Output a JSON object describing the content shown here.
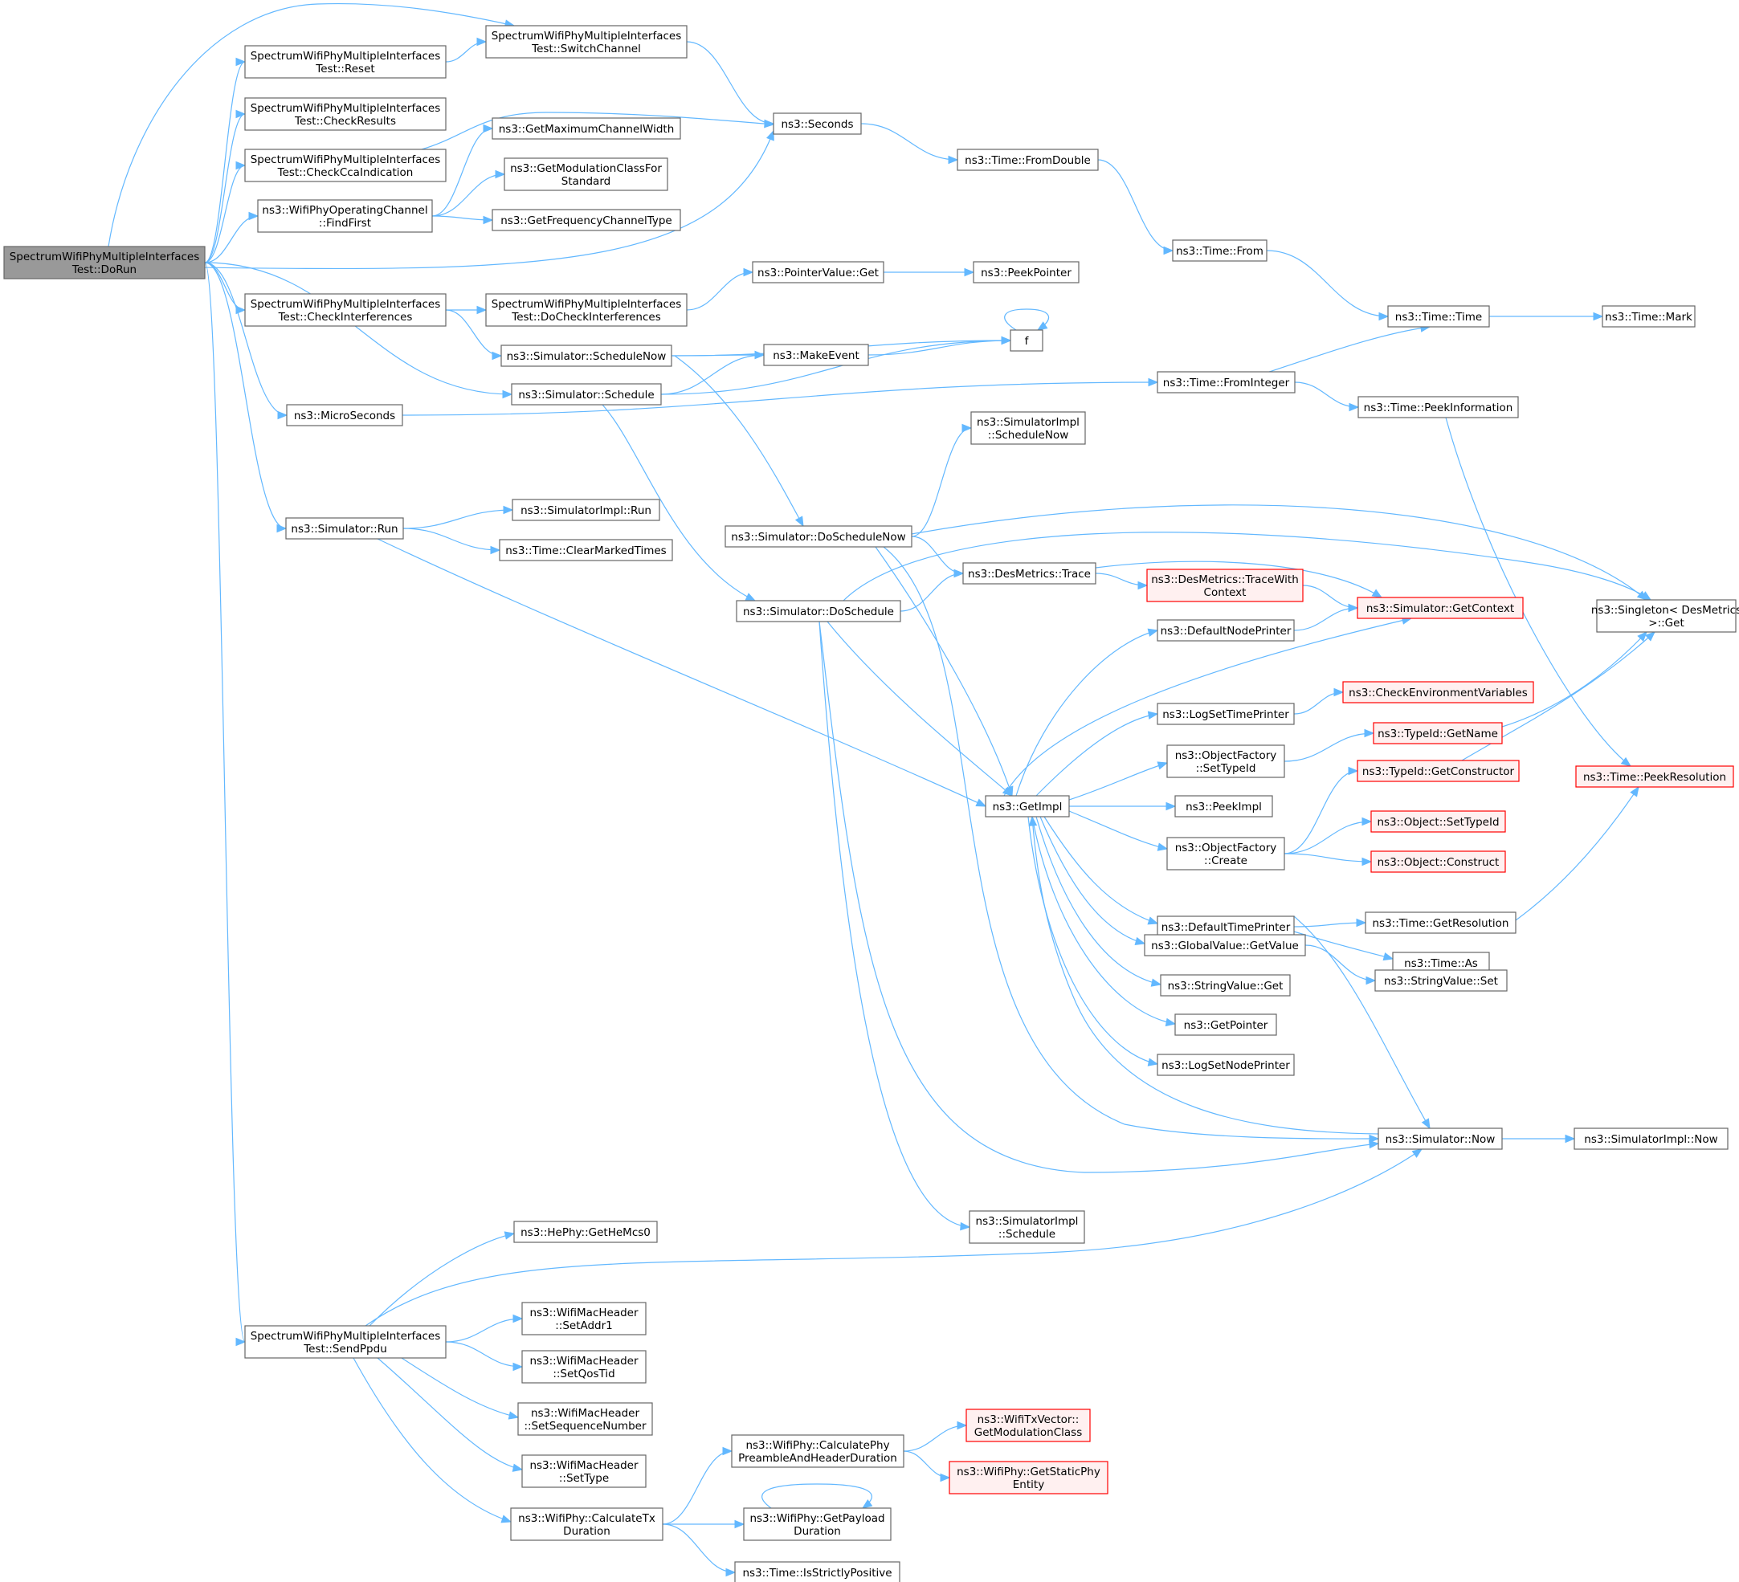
{
  "colors": {
    "edge": "#63b8ff",
    "node_fill": "#ffffff",
    "node_border": "#666666",
    "root_fill": "#999999",
    "root_border": "#666666",
    "trunc_fill": "#fff0f0",
    "trunc_border": "#ff0000"
  },
  "nodes": [
    {
      "id": "dorun",
      "lines": [
        "SpectrumWifiPhyMultipleInterfaces",
        "Test::DoRun"
      ],
      "style": "root"
    },
    {
      "id": "reset",
      "lines": [
        "SpectrumWifiPhyMultipleInterfaces",
        "Test::Reset"
      ],
      "style": "normal"
    },
    {
      "id": "switchch",
      "lines": [
        "SpectrumWifiPhyMultipleInterfaces",
        "Test::SwitchChannel"
      ],
      "style": "normal"
    },
    {
      "id": "checkres",
      "lines": [
        "SpectrumWifiPhyMultipleInterfaces",
        "Test::CheckResults"
      ],
      "style": "normal"
    },
    {
      "id": "checkcca",
      "lines": [
        "SpectrumWifiPhyMultipleInterfaces",
        "Test::CheckCcaIndication"
      ],
      "style": "normal"
    },
    {
      "id": "findfirst",
      "lines": [
        "ns3::WifiPhyOperatingChannel",
        "::FindFirst"
      ],
      "style": "normal"
    },
    {
      "id": "getmaxcw",
      "lines": [
        "ns3::GetMaximumChannelWidth"
      ],
      "style": "normal"
    },
    {
      "id": "getmodcls",
      "lines": [
        "ns3::GetModulationClassFor",
        "Standard"
      ],
      "style": "normal"
    },
    {
      "id": "getfreqct",
      "lines": [
        "ns3::GetFrequencyChannelType"
      ],
      "style": "normal"
    },
    {
      "id": "seconds",
      "lines": [
        "ns3::Seconds"
      ],
      "style": "normal"
    },
    {
      "id": "fromdouble",
      "lines": [
        "ns3::Time::FromDouble"
      ],
      "style": "normal"
    },
    {
      "id": "timefrom",
      "lines": [
        "ns3::Time::From"
      ],
      "style": "normal"
    },
    {
      "id": "timetime",
      "lines": [
        "ns3::Time::Time"
      ],
      "style": "normal"
    },
    {
      "id": "timemark",
      "lines": [
        "ns3::Time::Mark"
      ],
      "style": "normal"
    },
    {
      "id": "checkinterf",
      "lines": [
        "SpectrumWifiPhyMultipleInterfaces",
        "Test::CheckInterferences"
      ],
      "style": "normal"
    },
    {
      "id": "docheckinterf",
      "lines": [
        "SpectrumWifiPhyMultipleInterfaces",
        "Test::DoCheckInterferences"
      ],
      "style": "normal"
    },
    {
      "id": "ptrget",
      "lines": [
        "ns3::PointerValue::Get"
      ],
      "style": "normal"
    },
    {
      "id": "peekptr",
      "lines": [
        "ns3::PeekPointer"
      ],
      "style": "normal"
    },
    {
      "id": "schednow",
      "lines": [
        "ns3::Simulator::ScheduleNow"
      ],
      "style": "normal"
    },
    {
      "id": "makeevent",
      "lines": [
        "ns3::MakeEvent"
      ],
      "style": "normal"
    },
    {
      "id": "f",
      "lines": [
        "f"
      ],
      "style": "normal"
    },
    {
      "id": "sched",
      "lines": [
        "ns3::Simulator::Schedule"
      ],
      "style": "normal"
    },
    {
      "id": "micro",
      "lines": [
        "ns3::MicroSeconds"
      ],
      "style": "normal"
    },
    {
      "id": "fromint",
      "lines": [
        "ns3::Time::FromInteger"
      ],
      "style": "normal"
    },
    {
      "id": "peekinfo",
      "lines": [
        "ns3::Time::PeekInformation"
      ],
      "style": "normal"
    },
    {
      "id": "implschednow",
      "lines": [
        "ns3::SimulatorImpl",
        "::ScheduleNow"
      ],
      "style": "normal"
    },
    {
      "id": "simrun",
      "lines": [
        "ns3::Simulator::Run"
      ],
      "style": "normal"
    },
    {
      "id": "implrun",
      "lines": [
        "ns3::SimulatorImpl::Run"
      ],
      "style": "normal"
    },
    {
      "id": "clearmarked",
      "lines": [
        "ns3::Time::ClearMarkedTimes"
      ],
      "style": "normal"
    },
    {
      "id": "doschednow",
      "lines": [
        "ns3::Simulator::DoScheduleNow"
      ],
      "style": "normal"
    },
    {
      "id": "destrace",
      "lines": [
        "ns3::DesMetrics::Trace"
      ],
      "style": "normal"
    },
    {
      "id": "tracewith",
      "lines": [
        "ns3::DesMetrics::TraceWith",
        "Context"
      ],
      "style": "trunc"
    },
    {
      "id": "dosched",
      "lines": [
        "ns3::Simulator::DoSchedule"
      ],
      "style": "normal"
    },
    {
      "id": "getcontext",
      "lines": [
        "ns3::Simulator::GetContext"
      ],
      "style": "trunc"
    },
    {
      "id": "singleton",
      "lines": [
        "ns3::Singleton< DesMetrics",
        " >::Get"
      ],
      "style": "normal"
    },
    {
      "id": "defnodepr",
      "lines": [
        "ns3::DefaultNodePrinter"
      ],
      "style": "normal"
    },
    {
      "id": "checkenv",
      "lines": [
        "ns3::CheckEnvironmentVariables"
      ],
      "style": "trunc"
    },
    {
      "id": "logsettime",
      "lines": [
        "ns3::LogSetTimePrinter"
      ],
      "style": "normal"
    },
    {
      "id": "gettypename",
      "lines": [
        "ns3::TypeId::GetName"
      ],
      "style": "trunc"
    },
    {
      "id": "ofsettypeid",
      "lines": [
        "ns3::ObjectFactory",
        "::SetTypeId"
      ],
      "style": "normal"
    },
    {
      "id": "getctor",
      "lines": [
        "ns3::TypeId::GetConstructor"
      ],
      "style": "trunc"
    },
    {
      "id": "peekres",
      "lines": [
        "ns3::Time::PeekResolution"
      ],
      "style": "trunc"
    },
    {
      "id": "getimpl",
      "lines": [
        "ns3::GetImpl"
      ],
      "style": "normal"
    },
    {
      "id": "peekimpl",
      "lines": [
        "ns3::PeekImpl"
      ],
      "style": "normal"
    },
    {
      "id": "objsettypeid",
      "lines": [
        "ns3::Object::SetTypeId"
      ],
      "style": "trunc"
    },
    {
      "id": "ofcreate",
      "lines": [
        "ns3::ObjectFactory",
        "::Create"
      ],
      "style": "normal"
    },
    {
      "id": "objconstruct",
      "lines": [
        "ns3::Object::Construct"
      ],
      "style": "trunc"
    },
    {
      "id": "deftimepr",
      "lines": [
        "ns3::DefaultTimePrinter"
      ],
      "style": "normal"
    },
    {
      "id": "getres",
      "lines": [
        "ns3::Time::GetResolution"
      ],
      "style": "normal"
    },
    {
      "id": "timeas",
      "lines": [
        "ns3::Time::As"
      ],
      "style": "normal"
    },
    {
      "id": "gvgetvalue",
      "lines": [
        "ns3::GlobalValue::GetValue"
      ],
      "style": "normal"
    },
    {
      "id": "strset",
      "lines": [
        "ns3::StringValue::Set"
      ],
      "style": "normal"
    },
    {
      "id": "strget",
      "lines": [
        "ns3::StringValue::Get"
      ],
      "style": "normal"
    },
    {
      "id": "getpointer",
      "lines": [
        "ns3::GetPointer"
      ],
      "style": "normal"
    },
    {
      "id": "logsetnode",
      "lines": [
        "ns3::LogSetNodePrinter"
      ],
      "style": "normal"
    },
    {
      "id": "simnow",
      "lines": [
        "ns3::Simulator::Now"
      ],
      "style": "normal"
    },
    {
      "id": "implnow",
      "lines": [
        "ns3::SimulatorImpl::Now"
      ],
      "style": "normal"
    },
    {
      "id": "implsched",
      "lines": [
        "ns3::SimulatorImpl",
        "::Schedule"
      ],
      "style": "normal"
    },
    {
      "id": "getgemcs0",
      "lines": [
        "ns3::HePhy::GetHeMcs0"
      ],
      "style": "normal"
    },
    {
      "id": "sendppdu",
      "lines": [
        "SpectrumWifiPhyMultipleInterfaces",
        "Test::SendPpdu"
      ],
      "style": "normal"
    },
    {
      "id": "setaddr1",
      "lines": [
        "ns3::WifiMacHeader",
        "::SetAddr1"
      ],
      "style": "normal"
    },
    {
      "id": "setqostid",
      "lines": [
        "ns3::WifiMacHeader",
        "::SetQosTid"
      ],
      "style": "normal"
    },
    {
      "id": "setseqnum",
      "lines": [
        "ns3::WifiMacHeader",
        "::SetSequenceNumber"
      ],
      "style": "normal"
    },
    {
      "id": "settype",
      "lines": [
        "ns3::WifiMacHeader",
        "::SetType"
      ],
      "style": "normal"
    },
    {
      "id": "calcpreamble",
      "lines": [
        "ns3::WifiPhy::CalculatePhy",
        "PreambleAndHeaderDuration"
      ],
      "style": "normal"
    },
    {
      "id": "getmodclass",
      "lines": [
        "ns3::WifiTxVector::",
        "GetModulationClass"
      ],
      "style": "trunc"
    },
    {
      "id": "getstaticphy",
      "lines": [
        "ns3::WifiPhy::GetStaticPhy",
        "Entity"
      ],
      "style": "trunc"
    },
    {
      "id": "calctx",
      "lines": [
        "ns3::WifiPhy::CalculateTx",
        "Duration"
      ],
      "style": "normal"
    },
    {
      "id": "getpayload",
      "lines": [
        "ns3::WifiPhy::GetPayload",
        "Duration"
      ],
      "style": "normal"
    },
    {
      "id": "isstrict",
      "lines": [
        "ns3::Time::IsStrictlyPositive"
      ],
      "style": "normal"
    }
  ],
  "edges": [
    [
      "dorun",
      "reset"
    ],
    [
      "dorun",
      "switchch"
    ],
    [
      "dorun",
      "checkres"
    ],
    [
      "dorun",
      "checkcca"
    ],
    [
      "dorun",
      "findfirst"
    ],
    [
      "dorun",
      "seconds"
    ],
    [
      "dorun",
      "checkinterf"
    ],
    [
      "dorun",
      "sched"
    ],
    [
      "dorun",
      "micro"
    ],
    [
      "dorun",
      "simrun"
    ],
    [
      "dorun",
      "sendppdu"
    ],
    [
      "reset",
      "switchch"
    ],
    [
      "switchch",
      "seconds"
    ],
    [
      "checkcca",
      "seconds"
    ],
    [
      "findfirst",
      "getmaxcw"
    ],
    [
      "findfirst",
      "getmodcls"
    ],
    [
      "findfirst",
      "getfreqct"
    ],
    [
      "seconds",
      "fromdouble"
    ],
    [
      "fromdouble",
      "timefrom"
    ],
    [
      "timefrom",
      "timetime"
    ],
    [
      "timetime",
      "timemark"
    ],
    [
      "checkinterf",
      "docheckinterf"
    ],
    [
      "checkinterf",
      "schednow"
    ],
    [
      "docheckinterf",
      "ptrget"
    ],
    [
      "ptrget",
      "peekptr"
    ],
    [
      "schednow",
      "f"
    ],
    [
      "schednow",
      "makeevent"
    ],
    [
      "schednow",
      "doschednow"
    ],
    [
      "makeevent",
      "f"
    ],
    [
      "f",
      "f"
    ],
    [
      "sched",
      "makeevent"
    ],
    [
      "sched",
      "f"
    ],
    [
      "sched",
      "dosched"
    ],
    [
      "micro",
      "fromint"
    ],
    [
      "fromint",
      "timetime"
    ],
    [
      "fromint",
      "peekinfo"
    ],
    [
      "peekinfo",
      "peekres"
    ],
    [
      "simrun",
      "implrun"
    ],
    [
      "simrun",
      "clearmarked"
    ],
    [
      "simrun",
      "getimpl"
    ],
    [
      "doschednow",
      "implschednow"
    ],
    [
      "doschednow",
      "singleton"
    ],
    [
      "doschednow",
      "destrace"
    ],
    [
      "doschednow",
      "getimpl"
    ],
    [
      "doschednow",
      "simnow"
    ],
    [
      "dosched",
      "singleton"
    ],
    [
      "dosched",
      "destrace"
    ],
    [
      "dosched",
      "getimpl"
    ],
    [
      "dosched",
      "simnow"
    ],
    [
      "dosched",
      "implsched"
    ],
    [
      "destrace",
      "tracewith"
    ],
    [
      "destrace",
      "getcontext"
    ],
    [
      "tracewith",
      "getcontext"
    ],
    [
      "getimpl",
      "getcontext"
    ],
    [
      "getimpl",
      "defnodepr"
    ],
    [
      "getimpl",
      "logsettime"
    ],
    [
      "getimpl",
      "ofsettypeid"
    ],
    [
      "getimpl",
      "peekimpl"
    ],
    [
      "getimpl",
      "ofcreate"
    ],
    [
      "getimpl",
      "deftimepr"
    ],
    [
      "getimpl",
      "gvgetvalue"
    ],
    [
      "getimpl",
      "strget"
    ],
    [
      "getimpl",
      "getpointer"
    ],
    [
      "getimpl",
      "logsetnode"
    ],
    [
      "defnodepr",
      "getcontext"
    ],
    [
      "logsettime",
      "checkenv"
    ],
    [
      "ofsettypeid",
      "gettypename"
    ],
    [
      "gettypename",
      "singleton"
    ],
    [
      "ofcreate",
      "getctor"
    ],
    [
      "ofcreate",
      "objsettypeid"
    ],
    [
      "ofcreate",
      "objconstruct"
    ],
    [
      "getctor",
      "singleton"
    ],
    [
      "deftimepr",
      "getres"
    ],
    [
      "deftimepr",
      "timeas"
    ],
    [
      "deftimepr",
      "simnow"
    ],
    [
      "getres",
      "peekres"
    ],
    [
      "gvgetvalue",
      "strset"
    ],
    [
      "simnow",
      "implnow"
    ],
    [
      "simnow",
      "getimpl"
    ],
    [
      "sendppdu",
      "getgemcs0"
    ],
    [
      "sendppdu",
      "simnow"
    ],
    [
      "sendppdu",
      "setaddr1"
    ],
    [
      "sendppdu",
      "setqostid"
    ],
    [
      "sendppdu",
      "setseqnum"
    ],
    [
      "sendppdu",
      "settype"
    ],
    [
      "sendppdu",
      "calctx"
    ],
    [
      "calctx",
      "calcpreamble"
    ],
    [
      "calctx",
      "getpayload"
    ],
    [
      "calctx",
      "isstrict"
    ],
    [
      "calcpreamble",
      "getmodclass"
    ],
    [
      "calcpreamble",
      "getstaticphy"
    ],
    [
      "getpayload",
      "getpayload"
    ]
  ]
}
